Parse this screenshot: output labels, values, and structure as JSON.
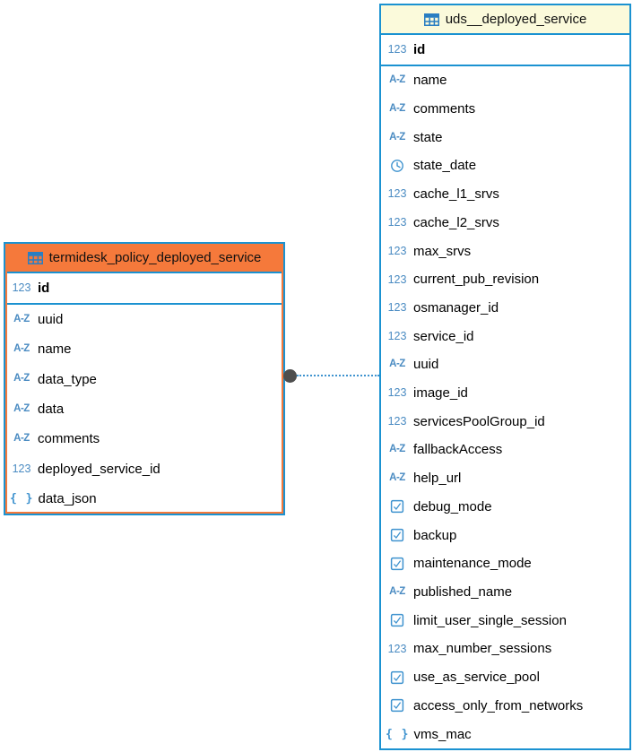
{
  "diagram": {
    "colors": {
      "line_blue": "#1b92d1",
      "accent_orange": "#F5793B",
      "header_yellow": "#FBFADB",
      "icon_blue": "#3f93cf",
      "icon_text_blue": "#4a8bc2",
      "dot_gray": "#4e4e4e"
    },
    "icon_glyphs": {
      "number": "123",
      "text": "A-Z",
      "json": "{ }"
    },
    "tables": [
      {
        "title": "termidesk_policy_deployed_service",
        "selected": true,
        "pk": [
          {
            "icon": "number",
            "label": "id",
            "bold": true
          }
        ],
        "columns": [
          {
            "icon": "text",
            "label": "uuid"
          },
          {
            "icon": "text",
            "label": "name"
          },
          {
            "icon": "text",
            "label": "data_type"
          },
          {
            "icon": "text",
            "label": "data"
          },
          {
            "icon": "text",
            "label": "comments"
          },
          {
            "icon": "number",
            "label": "deployed_service_id"
          },
          {
            "icon": "json",
            "label": "data_json"
          }
        ]
      },
      {
        "title": "uds__deployed_service",
        "selected": false,
        "pk": [
          {
            "icon": "number",
            "label": "id",
            "bold": true
          }
        ],
        "columns": [
          {
            "icon": "text",
            "label": "name"
          },
          {
            "icon": "text",
            "label": "comments"
          },
          {
            "icon": "text",
            "label": "state"
          },
          {
            "icon": "datetime",
            "label": "state_date"
          },
          {
            "icon": "number",
            "label": "cache_l1_srvs"
          },
          {
            "icon": "number",
            "label": "cache_l2_srvs"
          },
          {
            "icon": "number",
            "label": "max_srvs"
          },
          {
            "icon": "number",
            "label": "current_pub_revision"
          },
          {
            "icon": "number",
            "label": "osmanager_id"
          },
          {
            "icon": "number",
            "label": "service_id"
          },
          {
            "icon": "text",
            "label": "uuid"
          },
          {
            "icon": "number",
            "label": "image_id"
          },
          {
            "icon": "number",
            "label": "servicesPoolGroup_id"
          },
          {
            "icon": "text",
            "label": "fallbackAccess"
          },
          {
            "icon": "text",
            "label": "help_url"
          },
          {
            "icon": "boolean",
            "label": "debug_mode"
          },
          {
            "icon": "boolean",
            "label": "backup"
          },
          {
            "icon": "boolean",
            "label": "maintenance_mode"
          },
          {
            "icon": "text",
            "label": "published_name"
          },
          {
            "icon": "boolean",
            "label": "limit_user_single_session"
          },
          {
            "icon": "number",
            "label": "max_number_sessions"
          },
          {
            "icon": "boolean",
            "label": "use_as_service_pool"
          },
          {
            "icon": "boolean",
            "label": "access_only_from_networks"
          },
          {
            "icon": "json",
            "label": "vms_mac"
          }
        ]
      }
    ],
    "relationship": {
      "style": "dotted",
      "from": "termidesk_policy_deployed_service",
      "to": "uds__deployed_service"
    }
  }
}
